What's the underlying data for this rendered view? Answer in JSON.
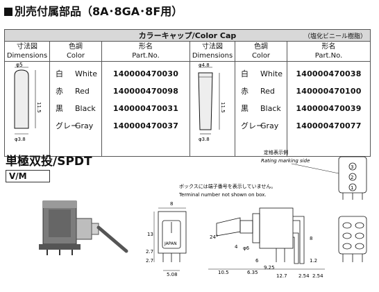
{
  "header": {
    "title": "別売付属部品",
    "models": "（8A･8GA･8F用）"
  },
  "color_cap": {
    "title": "カラーキャップ/Color Cap",
    "material_note": "（塩化ビニール樹脂）",
    "columns": {
      "dimensions_jp": "寸法図",
      "dimensions_en": "Dimensions",
      "color_jp": "色調",
      "color_en": "Color",
      "part_jp": "形名",
      "part_en": "Part.No."
    },
    "left": {
      "dims": {
        "top": "φ5",
        "height": "11.5",
        "bottom": "φ3.8"
      },
      "rows": [
        {
          "color_jp": "白",
          "color_en": "White",
          "part": "140000470030"
        },
        {
          "color_jp": "赤",
          "color_en": "Red",
          "part": "140000470098"
        },
        {
          "color_jp": "黒",
          "color_en": "Black",
          "part": "140000470031"
        },
        {
          "color_jp": "グレー",
          "color_en": "Gray",
          "part": "140000470037"
        }
      ]
    },
    "right": {
      "dims": {
        "top": "φ4.8",
        "height": "11.5",
        "bottom": "φ3.8"
      },
      "rows": [
        {
          "color_jp": "白",
          "color_en": "White",
          "part": "140000470038"
        },
        {
          "color_jp": "赤",
          "color_en": "Red",
          "part": "140000470100"
        },
        {
          "color_jp": "黒",
          "color_en": "Black",
          "part": "140000470039"
        },
        {
          "color_jp": "グレー",
          "color_en": "Gray",
          "part": "140000470077"
        }
      ]
    }
  },
  "spdt": {
    "title": "単極双投/SPDT",
    "model": "V/M",
    "rating_jp": "定格表示側",
    "rating_en": "Rating marking side",
    "box_note_jp": "ボックスには端子番号を表示していません。",
    "box_note_en": "Terminal number not shown on box.",
    "japan": "JAPAN",
    "terminals": [
      "1",
      "2",
      "3"
    ],
    "dims": {
      "w8": "8",
      "h13": "13",
      "h2_7": "2.7",
      "h2_7b": "2.7",
      "w5_08": "5.08",
      "ang24": "24°",
      "phi6": "φ6",
      "l10_5": "10.5",
      "l6_35": "6.35",
      "l9_25": "9.25",
      "l12_7": "12.7",
      "l2_54": "2.54",
      "l2_54b": "2.54",
      "h8": "8",
      "h1_2": "1.2",
      "h4": "4",
      "m6": "6"
    }
  }
}
